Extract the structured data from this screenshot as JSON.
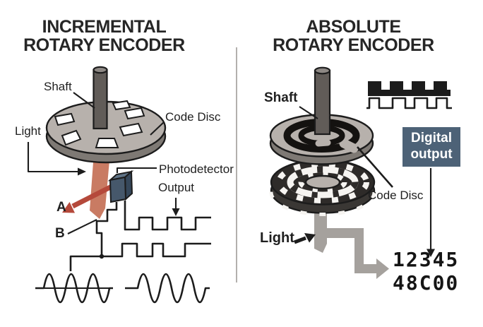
{
  "left_panel": {
    "title_line1": "INCREMENTAL",
    "title_line2": "ROTARY ENCODER",
    "labels": {
      "shaft": "Shaft",
      "code_disc": "Code Disc",
      "light": "Light",
      "photodetector": "Photodetector",
      "output": "Output",
      "channel_a": "A",
      "channel_b": "B"
    }
  },
  "right_panel": {
    "title_line1": "ABSOLUTE",
    "title_line2": "ROTARY ENCODER",
    "labels": {
      "shaft": "Shaft",
      "code_disc": "Code Disc",
      "light": "Light"
    },
    "digital_output_label_line1": "Digital",
    "digital_output_label_line2": "output",
    "digital_readout_line1": "12345",
    "digital_readout_line2": "48C00"
  },
  "colors": {
    "ink": "#1c1c1c",
    "title_text": "#262626",
    "disc_face": "#b7b1ac",
    "disc_rim": "#7e7974",
    "shaft_body": "#615c58",
    "shaft_top": "#8d8884",
    "beam_salmon": "#c97b63",
    "arrow_red": "#b5493b",
    "photodetector_front": "#46586b",
    "photodetector_top": "#5f7386",
    "photodetector_side": "#35475a",
    "digital_box": "#4d6277",
    "beam_gray": "#a5a19d",
    "dark_disc": "#2e2b29",
    "segment_white": "#f6f4f1",
    "divider": "#b3b0ad",
    "background": "#ffffff"
  }
}
